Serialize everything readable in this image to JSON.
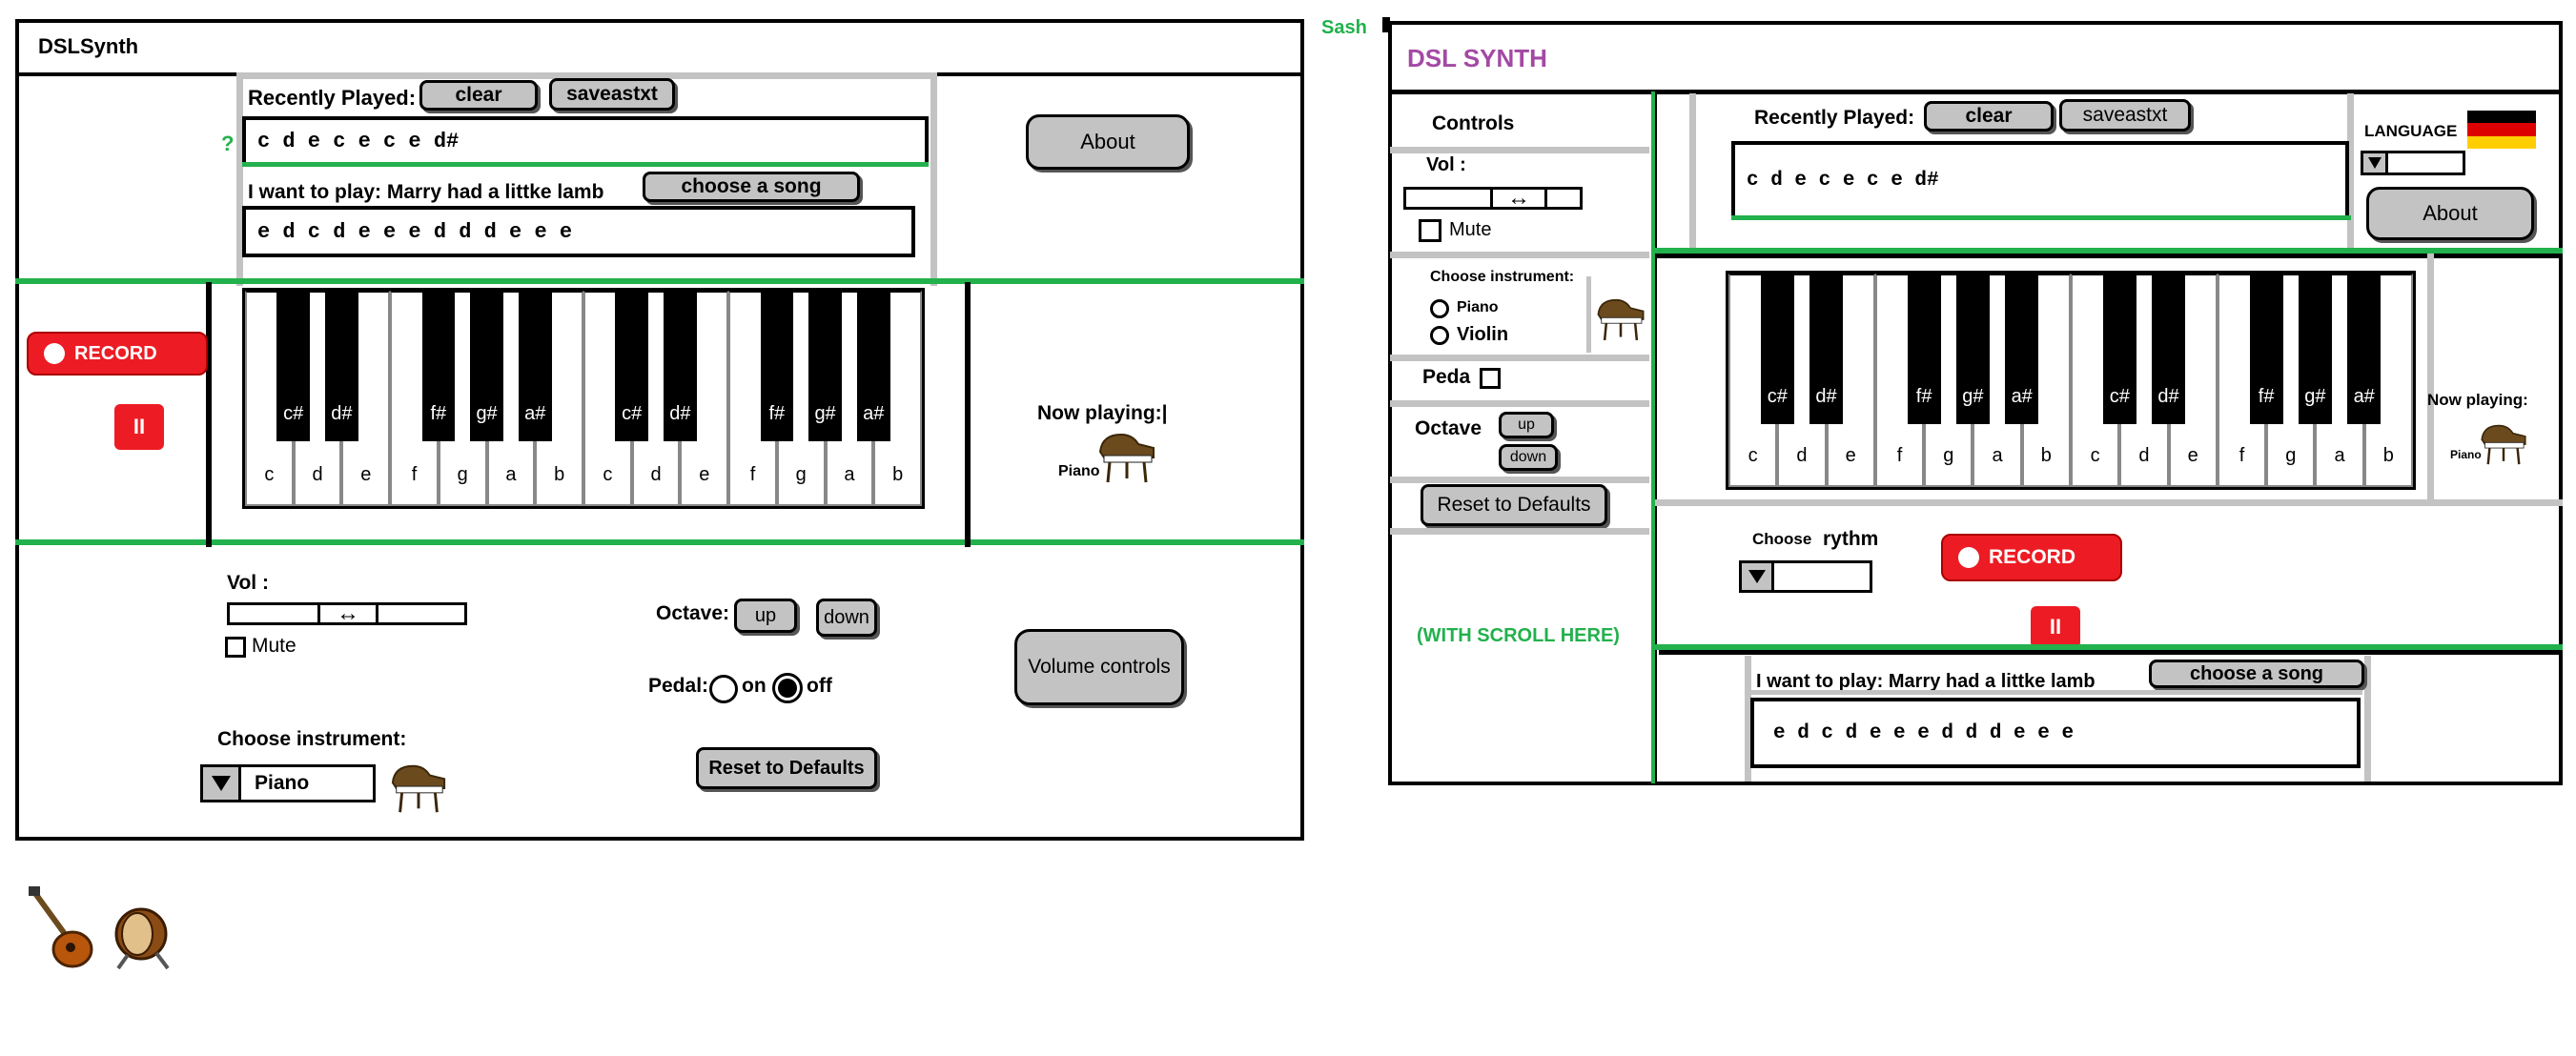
{
  "author_label": "Sash",
  "left": {
    "title": "DSLSynth",
    "question_mark": "?",
    "recently_played_label": "Recently Played:",
    "clear_label": "clear",
    "saveastxt_label": "saveastxt",
    "recently_played_value": "c d e c e c e d#",
    "want_to_play_label": "I want to play: Marry had a littke lamb",
    "choose_song_label": "choose a song",
    "song_notes": "e d c d e e e d d d e e e",
    "about_label": "About",
    "record_label": "RECORD",
    "pause_label": "II",
    "now_playing_label": "Now playing:|",
    "now_playing_instrument": "Piano",
    "vol_label": "Vol :",
    "mute_label": "Mute",
    "octave_label": "Octave:",
    "up_label": "up",
    "down_label": "down",
    "pedal_label": "Pedal:",
    "pedal_on_label": "on",
    "pedal_off_label": "off",
    "pedal_selected": "off",
    "choose_instrument_label": "Choose instrument:",
    "instrument_value": "Piano",
    "volume_controls_label": "Volume controls",
    "reset_label": "Reset to Defaults"
  },
  "keyboard": {
    "white_keys": [
      "c",
      "d",
      "e",
      "f",
      "g",
      "a",
      "b",
      "c",
      "d",
      "e",
      "f",
      "g",
      "a",
      "b"
    ],
    "black_keys": [
      "c#",
      "d#",
      "f#",
      "g#",
      "a#",
      "c#",
      "d#",
      "f#",
      "g#",
      "a#"
    ]
  },
  "right": {
    "title": "DSL SYNTH",
    "controls_label": "Controls",
    "vol_label": "Vol :",
    "mute_label": "Mute",
    "choose_instrument_label": "Choose instrument:",
    "piano_option": "Piano",
    "violin_option": "Violin",
    "pedal_label": "Peda",
    "octave_label": "Octave",
    "up_label": "up",
    "down_label": "down",
    "reset_label": "Reset to Defaults",
    "scroll_note": "(WITH SCROLL HERE)",
    "recently_played_label": "Recently Played:",
    "clear_label": "clear",
    "saveastxt_label": "saveastxt",
    "recently_played_value": "c d e c e c e d#",
    "language_label": "LANGUAGE",
    "about_label": "About",
    "now_playing_label": "Now playing:",
    "now_playing_instrument": "Piano",
    "choose_label": "Choose",
    "rythm_label": "rythm",
    "record_label": "RECORD",
    "pause_label": "II",
    "want_to_play_label": "I want to play: Marry had a littke lamb",
    "choose_song_label": "choose a song",
    "song_notes": "e d c d e e e d d d e e e"
  },
  "colors": {
    "green": "#22b14c",
    "red": "#ed1c24",
    "gray": "#c3c3c3",
    "purple": "#a349a4"
  }
}
